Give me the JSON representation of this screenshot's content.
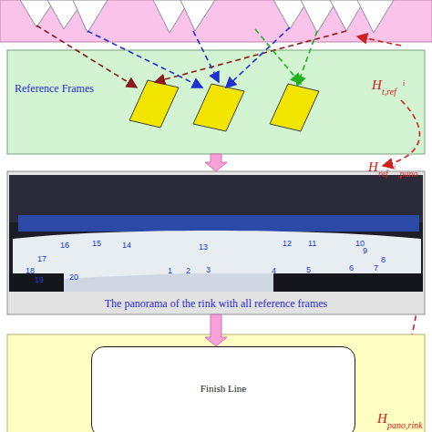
{
  "diagram": {
    "nodes": [
      {
        "text": [
          "Reference Frames"
        ]
      },
      {
        "text": [
          "The panorama of the rink with all reference frames"
        ]
      },
      {
        "text": [
          "Finish Line"
        ]
      }
    ],
    "edges": [
      {
        "from": 0,
        "to": 1,
        "arrow": "to"
      },
      {
        "from": 1,
        "to": 2,
        "arrow": "to"
      }
    ],
    "labels": [
      "H",
      "t,ref",
      "i",
      "H",
      "ref",
      "i",
      ",pano",
      "1",
      "2",
      "3",
      "4",
      "5",
      "6",
      "7",
      "8",
      "9",
      "10",
      "11",
      "12",
      "13",
      "14",
      "15",
      "16",
      "17",
      "18",
      "19",
      "20",
      "H",
      "pano,rink"
    ]
  }
}
